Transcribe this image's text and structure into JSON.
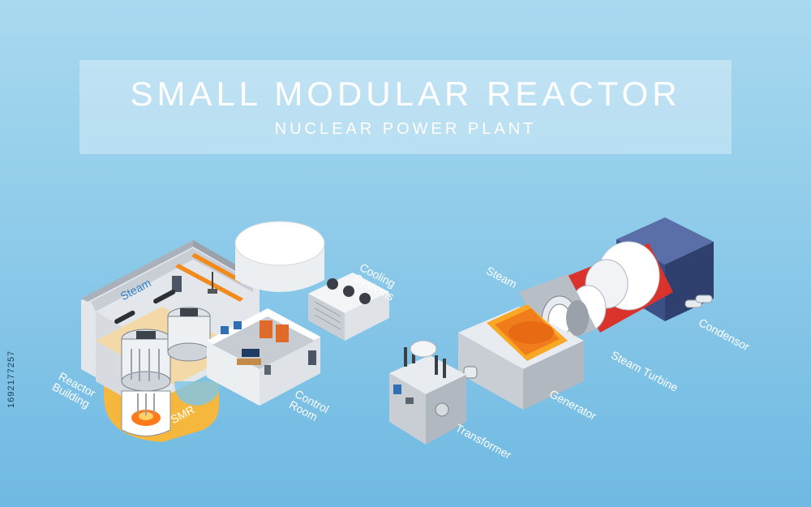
{
  "header": {
    "title": "SMALL MODULAR REACTOR",
    "subtitle": "NUCLEAR POWER PLANT"
  },
  "labels": {
    "steam_inside": "Steam",
    "reactor_building": "Reactor\nBuilding",
    "smr": "SMR",
    "cooling_systems": "Cooling\nSystems",
    "control_room": "Control\nRoom",
    "steam_pipe": "Steam",
    "condensor": "Condensor",
    "steam_turbine": "Steam Turbine",
    "generator": "Generator",
    "transformer": "Transformer"
  },
  "stock_id": "1692177257",
  "colors": {
    "background_top": "#a9d9ef",
    "background_bottom": "#6fb9e2",
    "accent_orange": "#f28a1e",
    "floor_yellow": "#f5c46a",
    "condensor_navy": "#3c4f86",
    "turbine_red": "#d9332b"
  }
}
